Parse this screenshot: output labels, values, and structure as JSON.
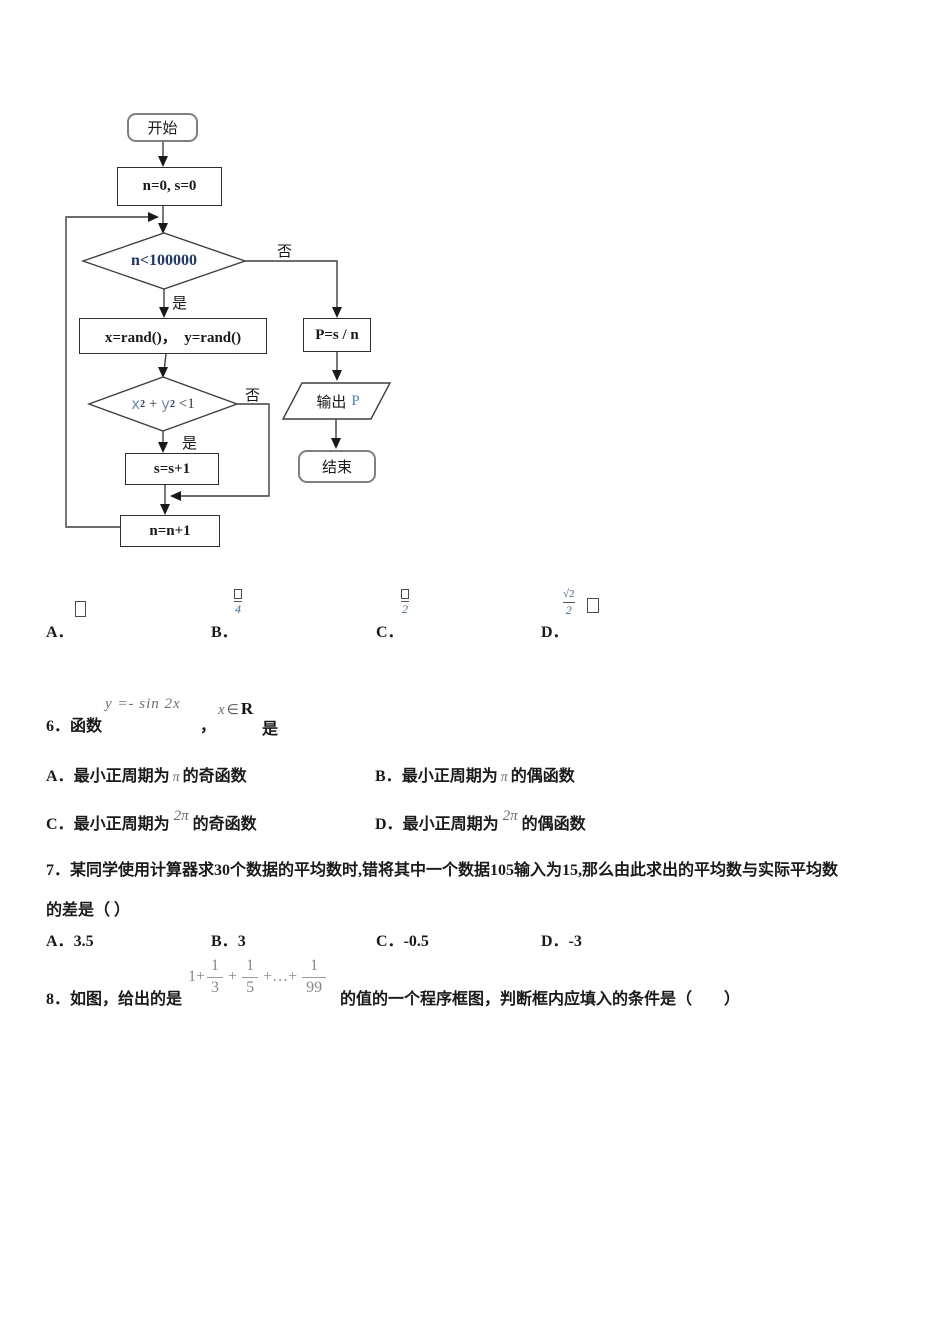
{
  "colors": {
    "cond_text_blue": "#203864",
    "math_light_blue": "#7589ad",
    "output_var_blue": "#4d7fbe",
    "formula_gray": "#6e6e6e",
    "line_gray": "#3f3f3f"
  },
  "flowchart": {
    "start": "开始",
    "init": "n=0, s=0",
    "cond1": "n<100000",
    "no": "否",
    "yes": "是",
    "rand": "x=rand()，  y=rand()",
    "cond2": {
      "x": "x",
      "sup1": "2",
      "plus": " + ",
      "y": "y",
      "sup2": "2",
      "lt": " <1"
    },
    "s_inc": "s=s+1",
    "n_inc": "n=n+1",
    "p_calc": "P=s / n",
    "output_label": "输出",
    "output_var": "P",
    "end": "结束"
  },
  "q5": {
    "options": [
      {
        "label": "A．"
      },
      {
        "label": "B．",
        "den": "4"
      },
      {
        "label": "C．",
        "den": "2"
      },
      {
        "label": "D．",
        "num": "√2",
        "den": "2"
      }
    ]
  },
  "q6": {
    "number": "6．",
    "lead": "函数",
    "formula": "y =- sin 2x",
    "comma": "，",
    "dom_x": "x",
    "dom_in": "∈",
    "dom_set": "R",
    "tail": "是",
    "options": [
      {
        "label": "A．",
        "pre": "最小正周期为",
        "period": "π",
        "post": "的奇函数"
      },
      {
        "label": "B．",
        "pre": "最小正周期为",
        "period": "π",
        "post": "的偶函数"
      },
      {
        "label": "C．",
        "pre": "最小正周期为",
        "period": "2π",
        "post": "的奇函数"
      },
      {
        "label": "D．",
        "pre": "最小正周期为",
        "period": "2π",
        "post": "的偶函数"
      }
    ]
  },
  "q7": {
    "number": "7．",
    "line1": "某同学使用计算器求30个数据的平均数时,错将其中一个数据105输入为15,那么由此求出的平均数与实际平均数",
    "line2": "的差是（ ）",
    "options": [
      {
        "label": "A．",
        "value": "3.5"
      },
      {
        "label": "B．",
        "value": "3"
      },
      {
        "label": "C．",
        "value": "-0.5"
      },
      {
        "label": "D．",
        "value": "-3"
      }
    ]
  },
  "q8": {
    "number": "8．",
    "lead": "如图，给出的是",
    "expr": {
      "head": "1+",
      "f1n": "1",
      "f1d": "3",
      "op1": "+",
      "f2n": "1",
      "f2d": "5",
      "op2": "+…+",
      "f3n": "1",
      "f3d": "99"
    },
    "tail": "的值的一个程序框图，判断框内应填入的条件是（　　）"
  }
}
